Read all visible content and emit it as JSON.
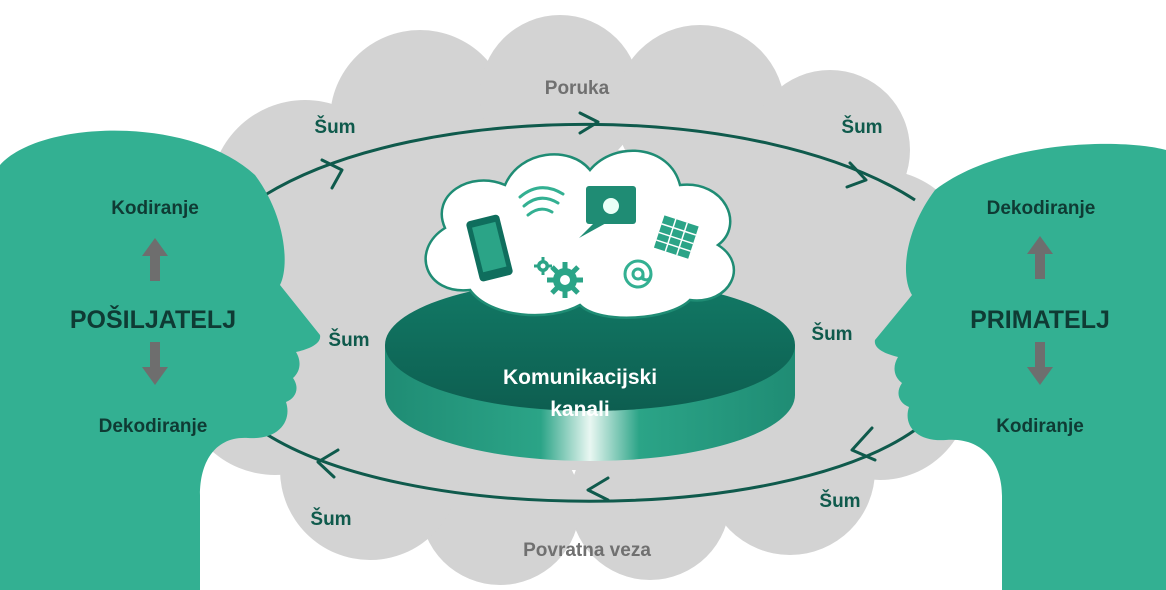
{
  "colors": {
    "head": "#33b092",
    "cloud_gray": "#d3d3d3",
    "cylinder_top": "#0f6e5d",
    "cylinder_side": "#2a9f86",
    "loop_line": "#0f5a4c",
    "arrow_gray": "#6e6e6e",
    "text_dark": "#0f3b34",
    "text_gray": "#707070"
  },
  "labels": {
    "message": "Poruka",
    "feedback": "Povratna veza",
    "noise": "Šum"
  },
  "sender": {
    "title": "POŠILJATELJ",
    "top": "Kodiranje",
    "bottom": "Dekodiranje"
  },
  "receiver": {
    "title": "PRIMATELJ",
    "top": "Dekodiranje",
    "bottom": "Kodiranje"
  },
  "channel": {
    "line1": "Komunikacijski",
    "line2": "kanali",
    "icons": [
      "smartphone-icon",
      "wifi-icon",
      "chat-bubble-icon",
      "grid-document-icon",
      "gears-icon",
      "at-sign-icon"
    ]
  }
}
